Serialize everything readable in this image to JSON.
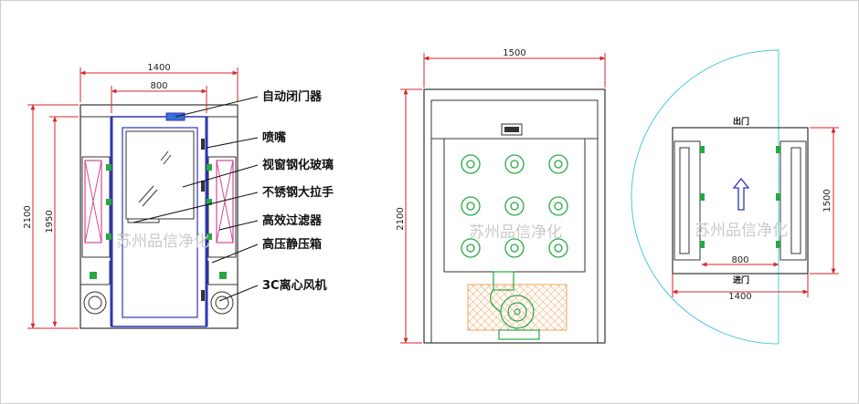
{
  "colors": {
    "outline": "#333333",
    "frame_blue": "#2d35b8",
    "dimension_red": "#d7262d",
    "filter_pink": "#d44a92",
    "nozzle_green": "#27a844",
    "door_swing_cyan": "#4cc8dd",
    "fan_orange": "#f0a25a",
    "watermark": "#c9c9c9"
  },
  "front_view": {
    "dim_overall_width": "1400",
    "dim_door_width": "800",
    "dim_overall_height": "2100",
    "dim_inner_height": "1950"
  },
  "side_view": {
    "dim_width": "1500",
    "dim_height": "2100"
  },
  "plan_view": {
    "exit_label": "出门",
    "entry_label": "进门",
    "dim_door_width": "800",
    "dim_overall_width": "1400",
    "dim_depth": "1500"
  },
  "callouts": [
    "自动闭门器",
    "喷嘴",
    "视窗钢化玻璃",
    "不锈钢大拉手",
    "高效过滤器",
    "高压静压箱",
    "3C离心风机"
  ],
  "watermark": "苏州品信净化"
}
